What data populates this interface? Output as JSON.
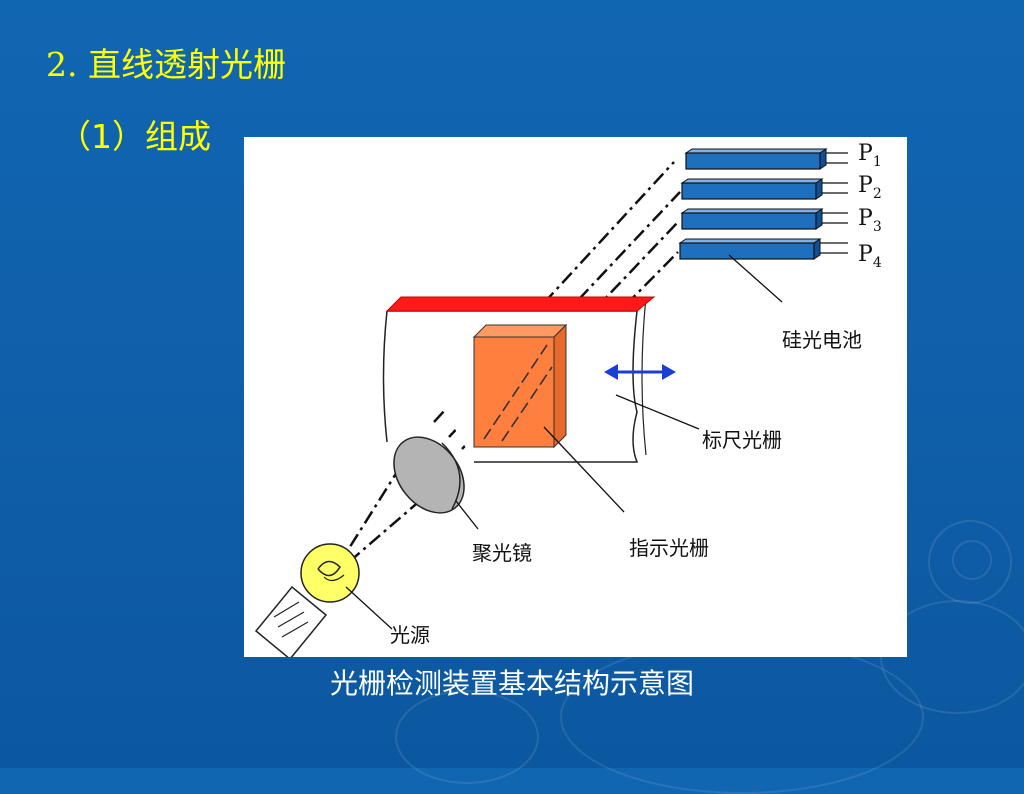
{
  "slide": {
    "heading_number": "2.",
    "heading_text": "直线透射光栅",
    "subheading": "（1）组成",
    "caption": "光栅检测装置基本结构示意图"
  },
  "diagram": {
    "cells": [
      {
        "letter": "P",
        "sub": "1"
      },
      {
        "letter": "P",
        "sub": "2"
      },
      {
        "letter": "P",
        "sub": "3"
      },
      {
        "letter": "P",
        "sub": "4"
      }
    ],
    "labels": {
      "photocell": "硅光电池",
      "scale_grating": "标尺光栅",
      "lens": "聚光镜",
      "index_grating": "指示光栅",
      "light_source": "光源"
    }
  },
  "colors": {
    "background": "#0f62ac",
    "heading": "#ffff00",
    "caption": "#ffffff",
    "photocell": "#1e6fbd",
    "scale_top": "#ff1a1a",
    "index_grating": "#ff7f3f",
    "arrow": "#1a3fd6",
    "bulb": "#ffff66",
    "lens": "#b4b4b4"
  },
  "icons": [
    "light-bulb-icon",
    "double-arrow-icon",
    "lens-icon"
  ]
}
